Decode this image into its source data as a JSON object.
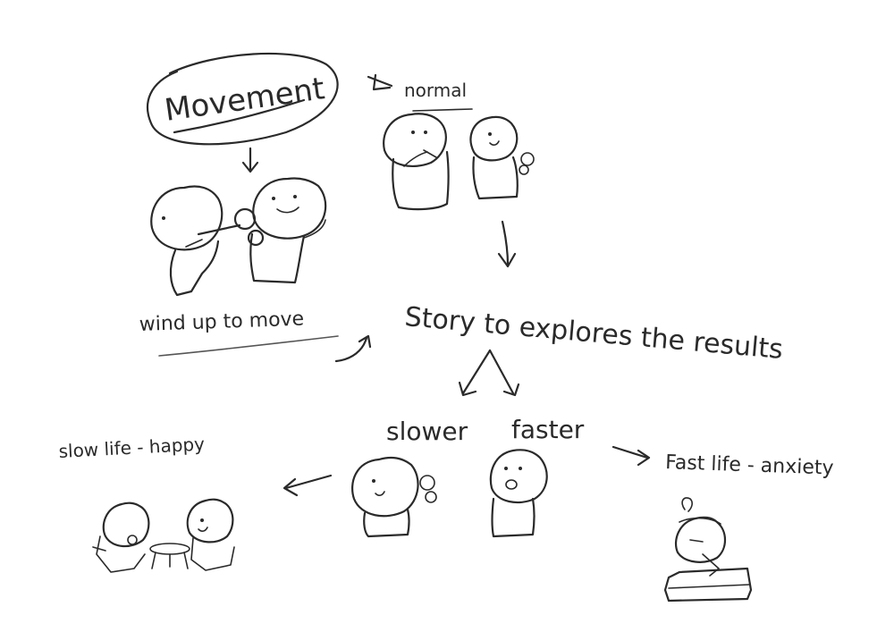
{
  "labels": {
    "movement": "Movement",
    "normal": "normal",
    "wind_up": "wind up to move",
    "story": "Story to explores the results",
    "slower": "slower",
    "faster": "faster",
    "slow_life": "slow life - happy",
    "fast_life": "Fast life - anxiety"
  },
  "colors": {
    "ink": "#2a2a2a",
    "paper": "#ffffff"
  }
}
